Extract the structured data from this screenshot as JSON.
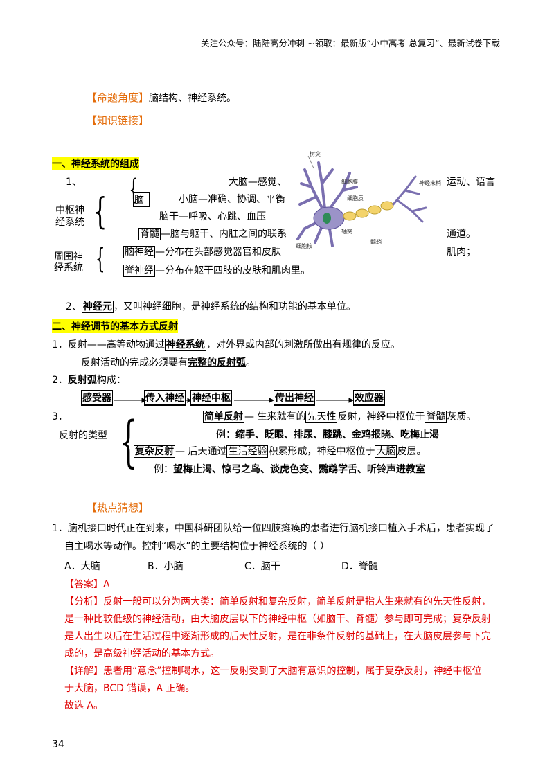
{
  "header": {
    "text": "关注公众号：陆陆高分冲刺  ~领取：最新版“小中高考-总复习”、最新试卷下载"
  },
  "meta": {
    "label": "【命题角度】",
    "text": "脑结构、神经系统。"
  },
  "link_heading": "【知识链接】",
  "section1": {
    "title": "一、神经系统的组成",
    "num1": "1、",
    "cns_label_1": "中枢神",
    "cns_label_2": "经系统",
    "brain_box": "脑",
    "cerebrum": "大脑—感觉、",
    "cerebrum_cont": "运动、语言",
    "cerebellum": "小脑—准确、协调、平衡",
    "brainstem": "脑干—呼吸、心跳、血压",
    "spinal_box": "脊髓",
    "spinal_text": "—脑与躯干、内脏之间的联系",
    "spinal_cont": "通道。",
    "pns_label_1": "周围神",
    "pns_label_2": "经系统",
    "cranial_box": "脑神经",
    "cranial_text": "—分布在头部感觉器官和皮肤",
    "cranial_cont": "肌肉；",
    "spinal_nerve_box": "脊神经",
    "spinal_nerve_text": "—分布在躯干四肢的皮肤和肌肉里。",
    "num2": "2、",
    "neuron_box": "神经元",
    "neuron_text": "，又叫神经细胞，是神经系统的结构和功能的基本单位。"
  },
  "neuron_figure": {
    "dendrite": "树突",
    "cell_membrane": "细胞膜",
    "cytoplasm": "细胞质",
    "nerve_ending": "神经末梢",
    "nucleus": "细胞核",
    "axon": "轴突",
    "myelin": "髓鞘"
  },
  "section2": {
    "title": "二、神经调节的基本方式反射",
    "p1_num": "1．",
    "p1_a": "反射——高等动物通过",
    "p1_box": "神经系统",
    "p1_b": "，对外界或内部的刺激所做出有规律的反应。",
    "p1_c": "反射活动的完成必须要有",
    "p1_bold": "完整的反射弧",
    "p1_d": "。",
    "p2_num": "2．",
    "p2_bold": "反射弧",
    "p2_text": "构成：",
    "arc": [
      "感受器",
      "传入神经",
      "神经中枢",
      "传出神经",
      "效应器"
    ],
    "p3_num": "3．",
    "types_label": "反射的类型",
    "simple_box": "简单反射",
    "simple_a": "— 生来就有的",
    "simple_box2": "先天性",
    "simple_b": "反射，神经中枢位于",
    "simple_box3": "脊髓",
    "simple_c": "灰质。",
    "simple_ex_label": "例：",
    "simple_ex": "缩手、眨眼、排尿、膝跳、金鸡报晓、吃梅止渴",
    "complex_box": "复杂反射",
    "complex_a": "— 后天通过",
    "complex_box2": "生活经验",
    "complex_b": "积累形成，神经中枢位于",
    "complex_box3": "大脑",
    "complex_c": "皮层。",
    "complex_ex_label": "例：",
    "complex_ex": "望梅止渴、惊弓之鸟、谈虎色变、鹦鹉学舌、听铃声进教室"
  },
  "hot": {
    "heading": "【热点猜想】",
    "q_num": "1．",
    "q_line1": "脑机接口时代正在到来，中国科研团队给一位四肢瘫痪的患者进行脑机接口植入手术后，患者实现了",
    "q_line2": "自主喝水等动作。控制“喝水”的主要结构位于神经系统的（    ）",
    "options": [
      "A．大脑",
      "B．小脑",
      "C．脑干",
      "D．脊髓"
    ],
    "answer": "【答案】A",
    "analysis_label": "【分析】",
    "analysis_lines": [
      "反射一般可以分为两大类：简单反射和复杂反射，简单反射是指人生来就有的先天性反射，",
      "是一种比较低级的神经活动，由大脑皮层以下的神经中枢（如脑干、脊髓）参与即可完成；复杂反射",
      "是人出生以后在生活过程中逐渐形成的后天性反射，是在非条件反射的基础上，在大脑皮层参与下完",
      "成的，是高级神经活动的基本方式。"
    ],
    "detail_label": "【详解】",
    "detail_lines": [
      "患者用“意念”控制喝水，这一反射受到了大脑有意识的控制，属于复杂反射，神经中枢位",
      "于大脑，BCD 错误，A 正确。"
    ],
    "conclusion": "故选 A。"
  },
  "page_number": "34"
}
